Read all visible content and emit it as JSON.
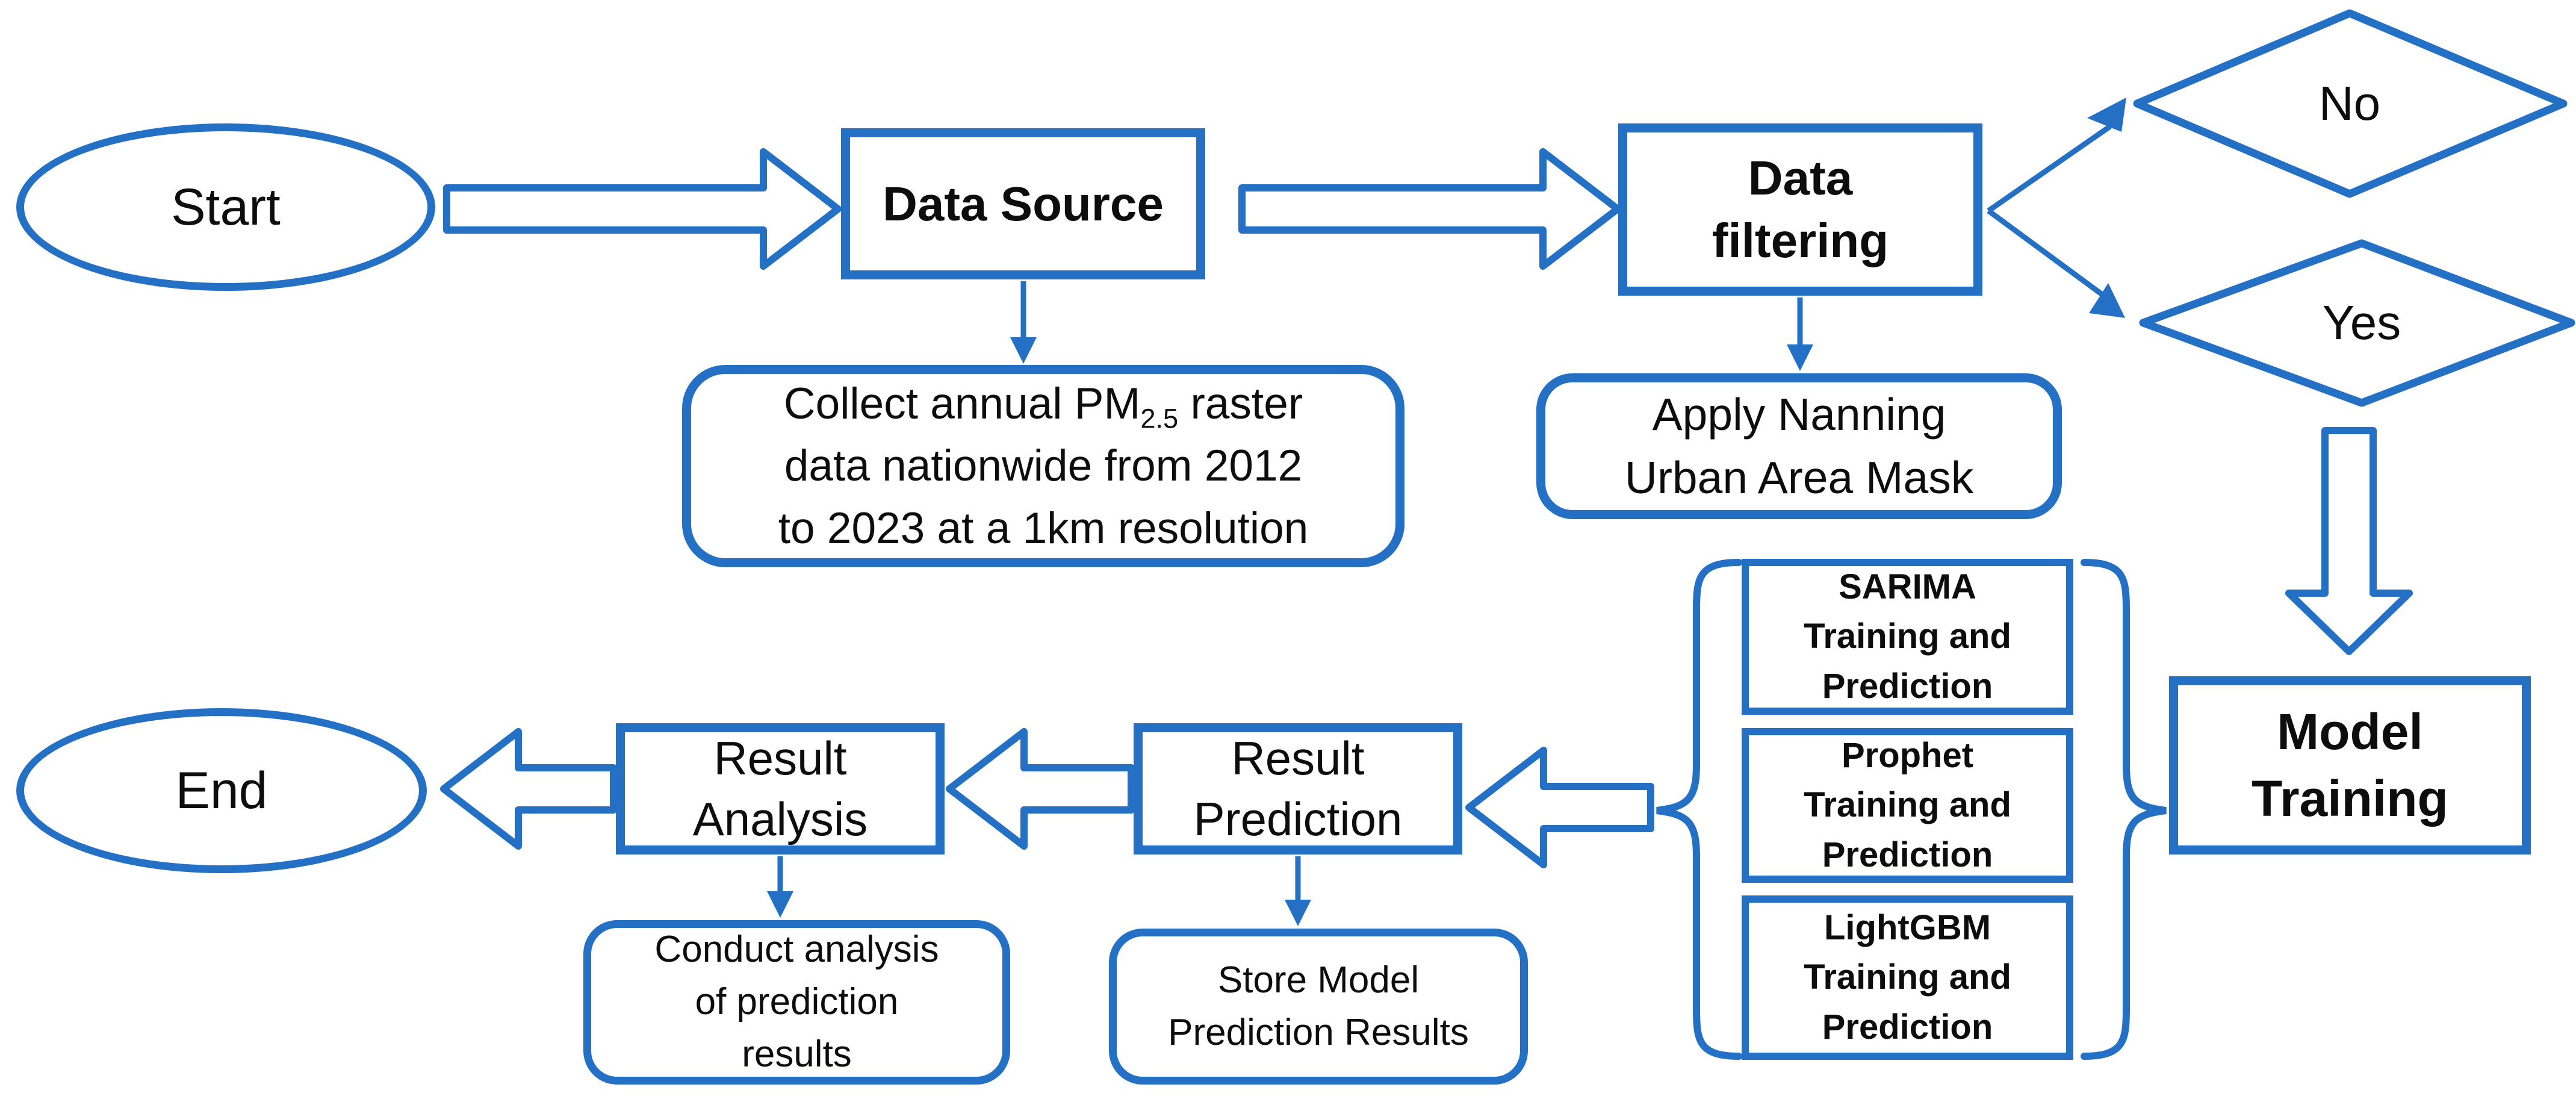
{
  "palette": {
    "accent": "#2470C4",
    "ink": "#0d0d0d",
    "bg": "#ffffff"
  },
  "nodes": {
    "start": {
      "label": "Start"
    },
    "data_source": {
      "label": "Data Source"
    },
    "data_filtering": {
      "line1": "Data",
      "line2": "filtering"
    },
    "no": {
      "label": "No"
    },
    "yes": {
      "label": "Yes"
    },
    "collect": {
      "line1_pre": "Collect annual PM",
      "line1_sub": "2.5",
      "line1_post": " raster",
      "line2": "data nationwide from 2012",
      "line3": "to 2023 at a 1km resolution"
    },
    "apply_mask": {
      "line1": "Apply Nanning",
      "line2": "Urban Area Mask"
    },
    "model_training": {
      "line1": "Model",
      "line2": "Training"
    },
    "sarima": {
      "line1": "SARIMA",
      "line2": "Training and",
      "line3": "Prediction"
    },
    "prophet": {
      "line1": "Prophet",
      "line2": "Training and",
      "line3": "Prediction"
    },
    "lightgbm": {
      "line1": "LightGBM",
      "line2": "Training and",
      "line3": "Prediction"
    },
    "result_prediction": {
      "line1": "Result",
      "line2": "Prediction"
    },
    "result_analysis": {
      "line1": "Result",
      "line2": "Analysis"
    },
    "store_results": {
      "line1": "Store Model",
      "line2": "Prediction Results"
    },
    "conduct_analysis": {
      "line1": "Conduct analysis",
      "line2": "of prediction",
      "line3": "results"
    },
    "end": {
      "label": "End"
    }
  }
}
